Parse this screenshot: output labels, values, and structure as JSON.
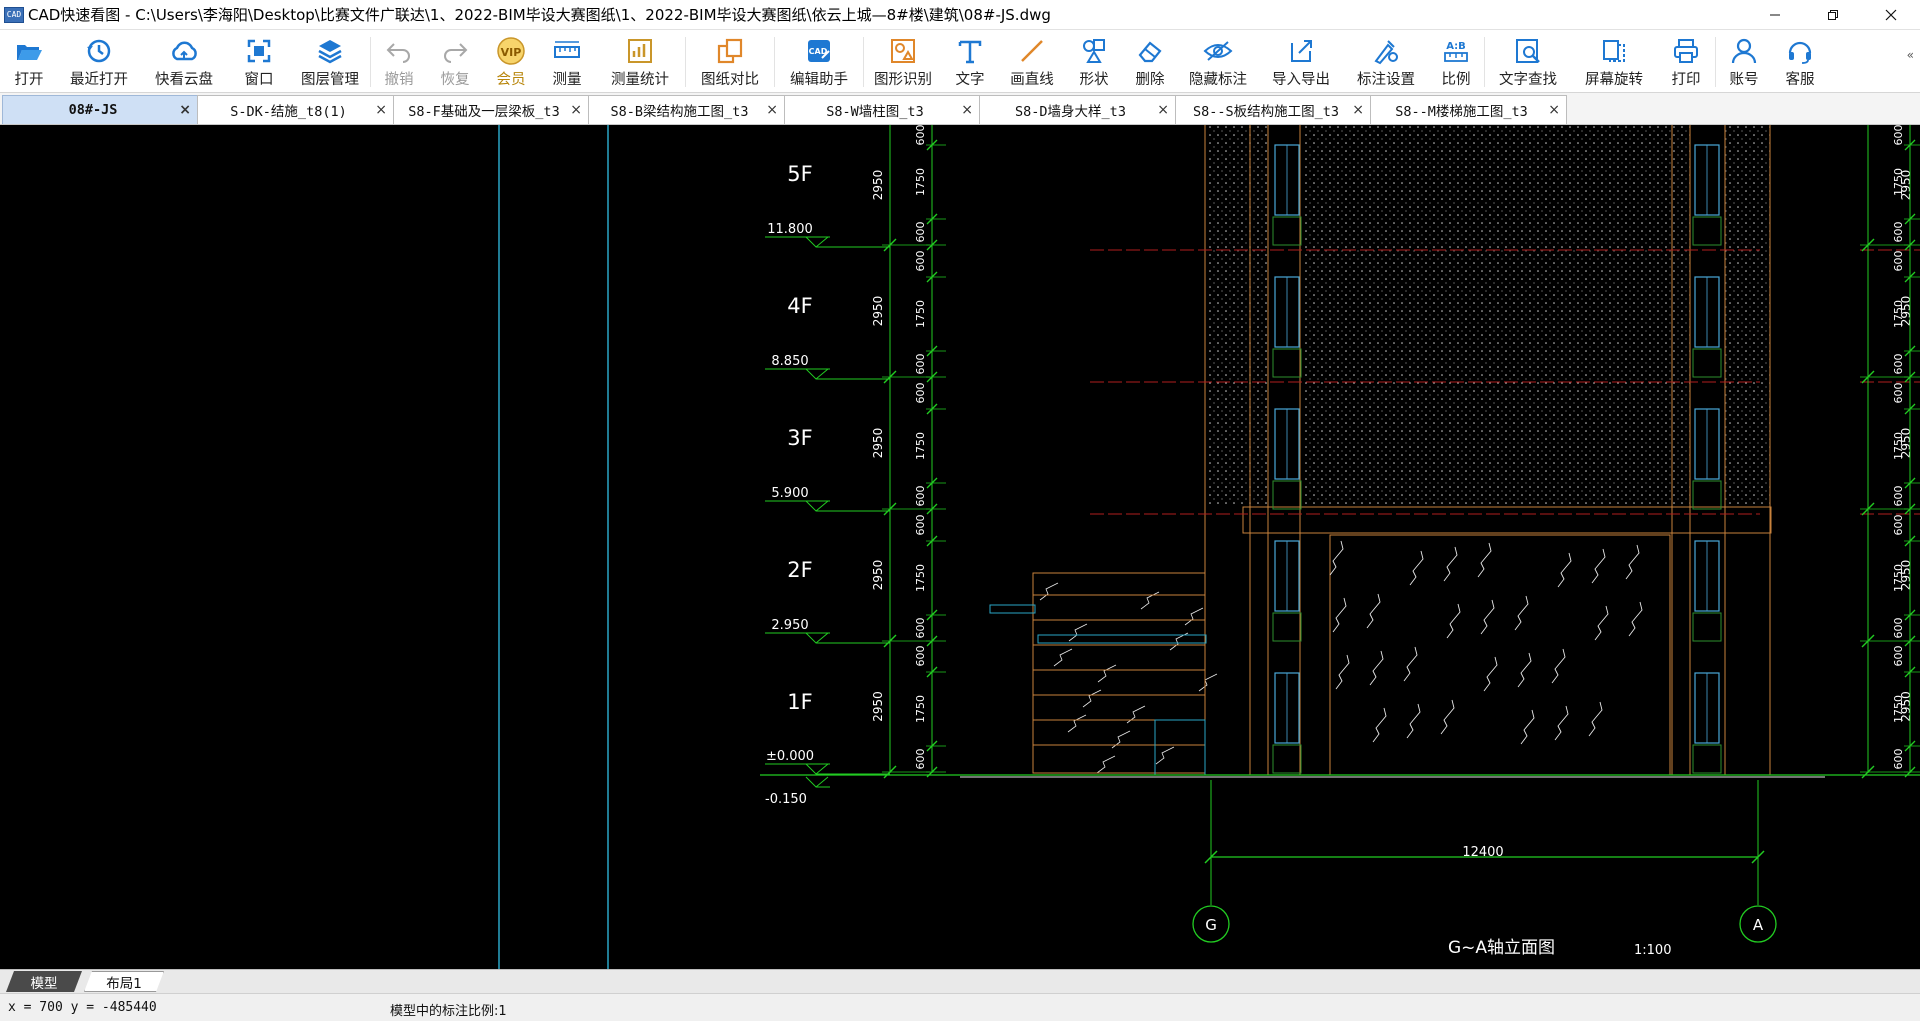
{
  "window": {
    "app_icon_text": "CAD",
    "title": "CAD快速看图 - C:\\Users\\李海阳\\Desktop\\比赛文件广联达\\1、2022-BIM毕设大赛图纸\\1、2022-BIM毕设大赛图纸\\依云上城—8#楼\\建筑\\08#-JS.dwg",
    "controls": [
      "minimize",
      "restore",
      "close"
    ]
  },
  "toolbar": {
    "items": [
      {
        "label": "打开",
        "icon": "folder-open-icon"
      },
      {
        "label": "最近打开",
        "icon": "recent-clock-icon"
      },
      {
        "label": "快看云盘",
        "icon": "cloud-icon"
      },
      {
        "label": "窗口",
        "icon": "window-frame-icon"
      },
      {
        "label": "图层管理",
        "icon": "layers-icon"
      },
      {
        "label": "撤销",
        "icon": "undo-icon",
        "disabled": true
      },
      {
        "label": "恢复",
        "icon": "redo-icon",
        "disabled": true
      },
      {
        "label": "会员",
        "icon": "vip-icon"
      },
      {
        "label": "测量",
        "icon": "ruler-icon"
      },
      {
        "label": "测量统计",
        "icon": "measure-stats-icon"
      },
      {
        "label": "图纸对比",
        "icon": "compare-icon"
      },
      {
        "label": "编辑助手",
        "icon": "edit-assistant-icon"
      },
      {
        "label": "图形识别",
        "icon": "shape-recognize-icon"
      },
      {
        "label": "文字",
        "icon": "text-t-icon"
      },
      {
        "label": "画直线",
        "icon": "line-icon"
      },
      {
        "label": "形状",
        "icon": "shapes-icon"
      },
      {
        "label": "删除",
        "icon": "eraser-icon"
      },
      {
        "label": "隐藏标注",
        "icon": "eye-hidden-icon"
      },
      {
        "label": "导入导出",
        "icon": "import-export-icon"
      },
      {
        "label": "标注设置",
        "icon": "annotation-settings-icon"
      },
      {
        "label": "比例",
        "icon": "scale-ab-icon"
      },
      {
        "label": "文字查找",
        "icon": "text-search-icon"
      },
      {
        "label": "屏幕旋转",
        "icon": "screen-rotate-icon"
      },
      {
        "label": "打印",
        "icon": "printer-icon"
      },
      {
        "label": "账号",
        "icon": "user-icon"
      },
      {
        "label": "客服",
        "icon": "headset-icon"
      }
    ],
    "overflow_glyph": "«"
  },
  "tabs": [
    {
      "label": "08#-JS",
      "active": true
    },
    {
      "label": "S-DK-结施_t8(1)"
    },
    {
      "label": "S8-F基础及一层梁板_t3"
    },
    {
      "label": "S8-B梁结构施工图_t3"
    },
    {
      "label": "S8-W墙柱图_t3"
    },
    {
      "label": "S8-D墙身大样_t3"
    },
    {
      "label": "S8--S板结构施工图_t3"
    },
    {
      "label": "S8--M楼梯施工图_t3"
    }
  ],
  "tab_close_glyph": "×",
  "drawing": {
    "floors": [
      {
        "name": "5F",
        "elevation": "11.800"
      },
      {
        "name": "4F",
        "elevation": "8.850"
      },
      {
        "name": "3F",
        "elevation": "5.900"
      },
      {
        "name": "2F",
        "elevation": "2.950"
      },
      {
        "name": "1F",
        "elevation": "±0.000"
      }
    ],
    "ground_elevation": "-0.150",
    "story_dim": "2950",
    "sub_dims": [
      "600",
      "1750",
      "600"
    ],
    "overall_width_dim": "12400",
    "axis_left": "G",
    "axis_right": "A",
    "title": "G~A轴立面图",
    "scale": "1:100"
  },
  "layout_tabs": [
    {
      "label": "模型",
      "active": true
    },
    {
      "label": "布局1"
    }
  ],
  "status": {
    "coords": "x = 700 y = -485440",
    "annotation_scale": "模型中的标注比例:1"
  },
  "colors": {
    "canvas_bg": "#000000",
    "dim_green": "#22cc22",
    "axis_cyan": "#22cccc",
    "structure_orange": "#c8823c",
    "window_blue": "#4aa8d8",
    "hatch_white": "#e8e8e8",
    "red_line": "#cc2222"
  }
}
